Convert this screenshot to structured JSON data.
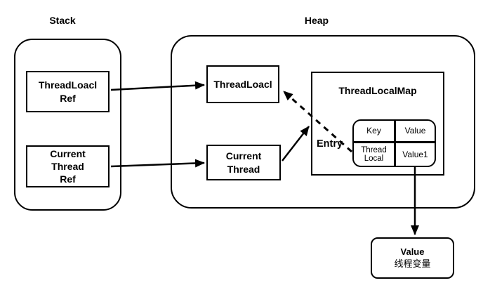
{
  "stack": {
    "label": "Stack",
    "threadlocal_ref_label": "ThreadLoacl\nRef",
    "current_thread_ref_label": "Current\nThread\nRef"
  },
  "heap": {
    "label": "Heap",
    "threadlocal_label": "ThreadLoacl",
    "current_thread_label": "Current\nThread",
    "threadlocalmap": {
      "title": "ThreadLocalMap",
      "entry_label": "Entry",
      "entry_table": {
        "rows": [
          [
            "Key",
            "Value"
          ],
          [
            "Thread\nLocal",
            "Value1"
          ]
        ]
      }
    }
  },
  "value_box": {
    "line1": "Value",
    "line2": "线程变量"
  },
  "colors": {
    "line": "#000000",
    "background": "#ffffff",
    "text": "#000000"
  }
}
